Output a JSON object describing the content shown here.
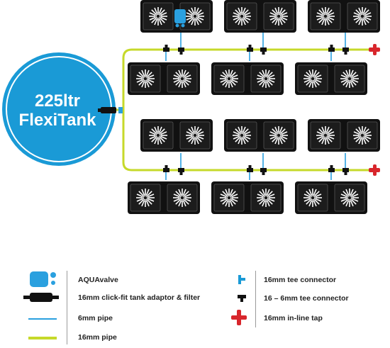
{
  "tank": {
    "line1": "225ltr",
    "line2": "FlexiTank"
  },
  "legend": {
    "aquavalve": "AQUAvalve",
    "tank_adaptor": "16mm click-fit tank adaptor & filter",
    "pipe_6mm": "6mm pipe",
    "pipe_16mm": "16mm pipe",
    "tee_16mm": "16mm tee connector",
    "tee_16_6mm": "16 – 6mm tee connector",
    "inline_tap": "16mm in-line tap"
  },
  "colors": {
    "tank": "#1a9ad6",
    "pipe_16mm": "#c6d92a",
    "pipe_6mm": "#2aa0df",
    "tee_16mm": "#1a9ad6",
    "tee_16_6mm": "#111111",
    "inline_tap": "#d8262c",
    "pot": "#111111",
    "divider": "#9a9a9a"
  },
  "icons": [
    "aquavalve-icon",
    "tank-adaptor-icon",
    "pipe-6mm-icon",
    "pipe-16mm-icon",
    "tee-16mm-icon",
    "tee-16-6mm-icon",
    "inline-tap-icon",
    "flower-icon"
  ]
}
